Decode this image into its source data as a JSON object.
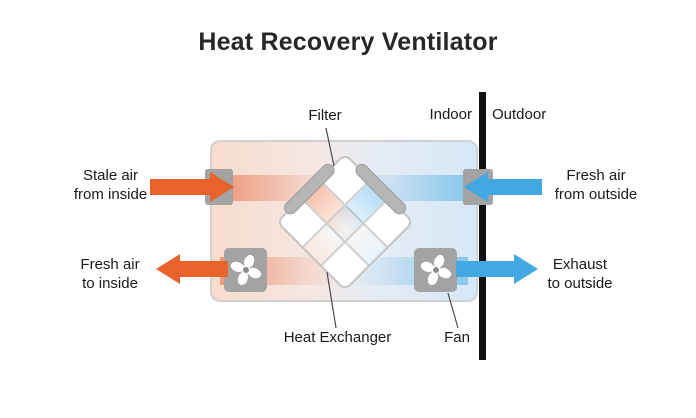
{
  "title": "Heat Recovery Ventilator",
  "diagram": {
    "labels": {
      "filter": "Filter",
      "indoor": "Indoor",
      "outdoor": "Outdoor",
      "heat_exchanger": "Heat Exchanger",
      "fan": "Fan",
      "stale_air": "Stale air\nfrom inside",
      "fresh_air_out": "Fresh air\nfrom outside",
      "fresh_air_in": "Fresh air\nto inside",
      "exhaust": "Exhaust\nto outside"
    },
    "colors": {
      "warm": "#e8632c",
      "cool": "#41a8e1",
      "unit_warm_tint": "#f7dbcd",
      "unit_cool_tint": "#d6e8f6",
      "gray_block": "#a3a3a3",
      "wall": "#111111",
      "text": "#1a1a1a"
    }
  }
}
